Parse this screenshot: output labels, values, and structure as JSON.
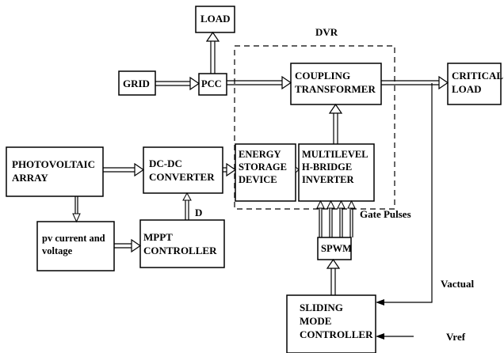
{
  "diagram": {
    "dvr_label": "DVR",
    "blocks": {
      "load": "LOAD",
      "grid": "GRID",
      "pcc": "PCC",
      "coupling_transformer": "COUPLING\nTRANSFORMER",
      "critical_load": "CRITICAL\nLOAD",
      "photovoltaic_array": "PHOTOVOLTAIC\nARRAY",
      "dc_dc_converter": "DC-DC\nCONVERTER",
      "energy_storage_device": "ENERGY\nSTORAGE\nDEVICE",
      "multilevel_inverter": "MULTILEVEL\nH-BRIDGE\nINVERTER",
      "pv_sensing": "pv current and\nvoltage",
      "mppt_controller": "MPPT\nCONTROLLER",
      "spwm": "SPWM",
      "sliding_mode_controller": "SLIDING\nMODE\nCONTROLLER"
    },
    "signals": {
      "duty_cycle": "D",
      "gate_pulses": "Gate Pulses",
      "v_actual": "Vactual",
      "v_ref": "Vref"
    }
  }
}
